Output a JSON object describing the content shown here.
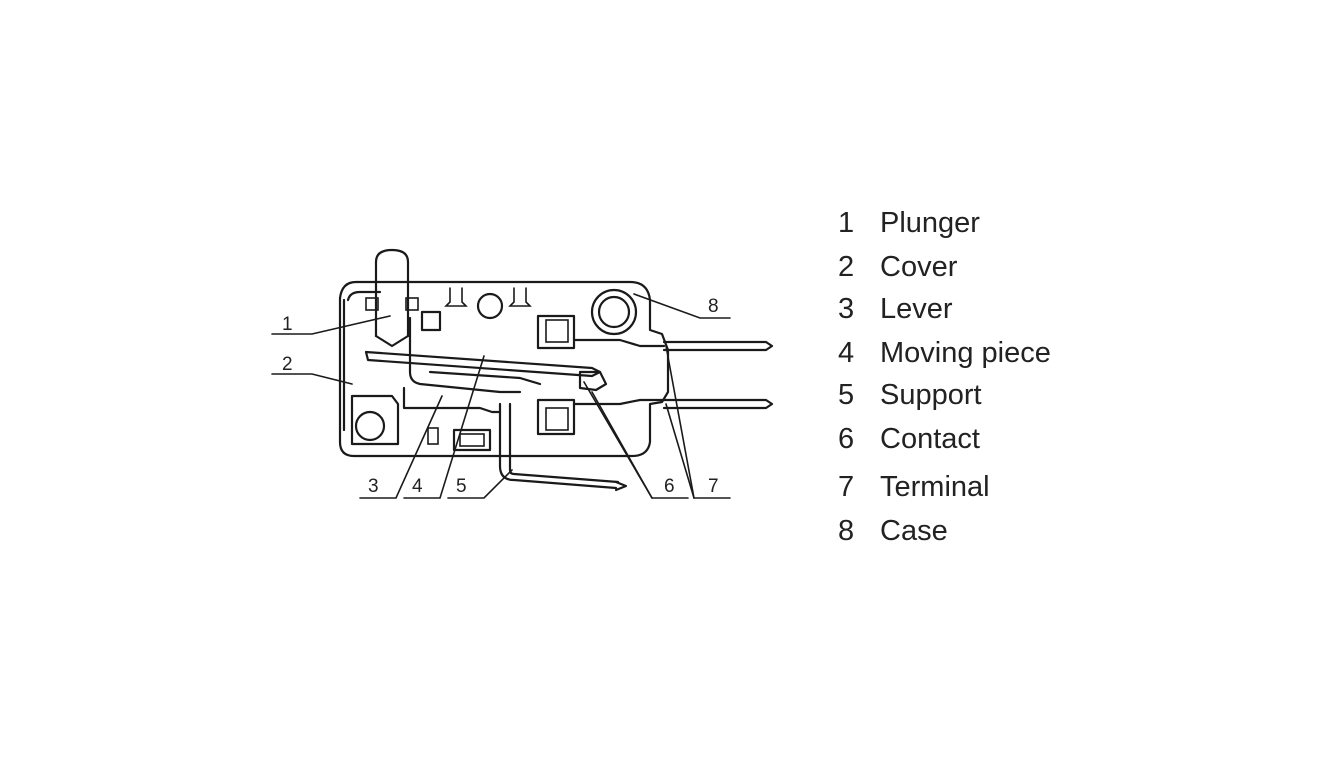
{
  "callouts": [
    "1",
    "2",
    "3",
    "4",
    "5",
    "6",
    "7",
    "8"
  ],
  "legend": [
    {
      "number": "1",
      "label": "Plunger"
    },
    {
      "number": "2",
      "label": "Cover"
    },
    {
      "number": "3",
      "label": "Lever"
    },
    {
      "number": "4",
      "label": "Moving piece"
    },
    {
      "number": "5",
      "label": "Support"
    },
    {
      "number": "6",
      "label": "Contact"
    },
    {
      "number": "7",
      "label": "Terminal"
    },
    {
      "number": "8",
      "label": "Case"
    }
  ]
}
